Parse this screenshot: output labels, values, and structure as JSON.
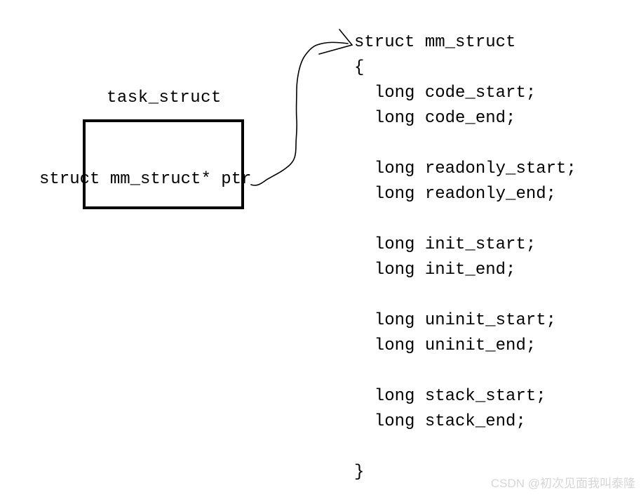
{
  "page": {
    "background": "#ffffff",
    "text_color": "#000000"
  },
  "diagram": {
    "box_label": "task_struct",
    "box_field": "struct mm_struct* ptr",
    "arrow_meaning": "pointer-from-ptr-field-to-mm-struct-definition"
  },
  "code": {
    "lines": [
      "struct mm_struct",
      "{",
      "  long code_start;",
      "  long code_end;",
      "",
      "  long readonly_start;",
      "  long readonly_end;",
      "",
      "  long init_start;",
      "  long init_end;",
      "",
      "  long uninit_start;",
      "  long uninit_end;",
      "",
      "  long stack_start;",
      "  long stack_end;",
      "",
      "}"
    ]
  },
  "watermark": {
    "text": "CSDN @初次见面我叫泰隆",
    "color": "#d6d6d6"
  }
}
